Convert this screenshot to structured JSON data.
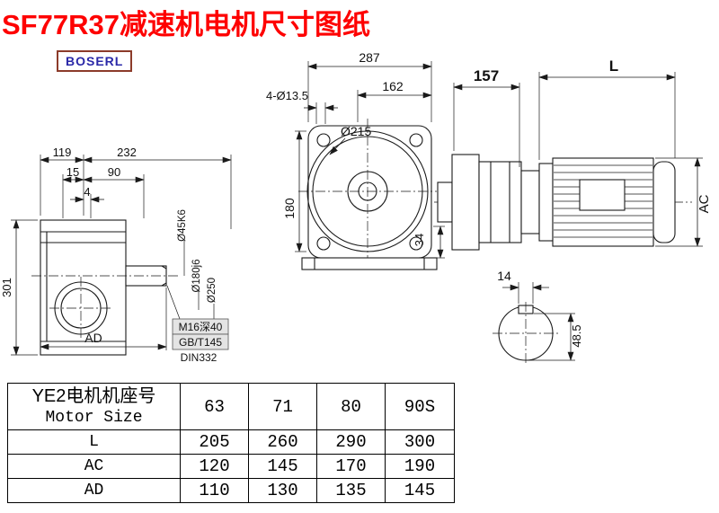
{
  "page": {
    "title": "SF77R37减速机电机尺寸图纸",
    "logo": "BOSERL",
    "colors": {
      "title": "#fe0000",
      "logo_text": "#2a28a8",
      "logo_border": "#8c3b2a",
      "line": "#1a1a1a"
    }
  },
  "views": {
    "side": {
      "d_119": "119",
      "d_232": "232",
      "d_15": "15",
      "d_90": "90",
      "d_4": "4",
      "d_301": "301",
      "d_AD": "AD",
      "shaft_dia": "Ø45K6",
      "spigot_dia": "Ø180j6",
      "flange_dia": "Ø250",
      "note_tap": "M16深40",
      "note_std1": "GB/T145",
      "note_std2": "DIN332"
    },
    "front": {
      "d_287": "287",
      "d_162": "162",
      "d_holes": "4-Ø13.5",
      "d_big_circle": "Ø215",
      "d_180": "180",
      "d_34": "34"
    },
    "motor": {
      "d_157": "157",
      "d_L": "L",
      "d_AC": "AC"
    },
    "shaft_end": {
      "d_14": "14",
      "d_48_5": "48.5"
    }
  },
  "table": {
    "header": {
      "line1": "YE2电机机座号",
      "line2": "Motor Size"
    },
    "columns": [
      "63",
      "71",
      "80",
      "90S"
    ],
    "rows": [
      {
        "label": "L",
        "values": [
          "205",
          "260",
          "290",
          "300"
        ]
      },
      {
        "label": "AC",
        "values": [
          "120",
          "145",
          "170",
          "190"
        ]
      },
      {
        "label": "AD",
        "values": [
          "110",
          "130",
          "135",
          "145"
        ]
      }
    ]
  }
}
